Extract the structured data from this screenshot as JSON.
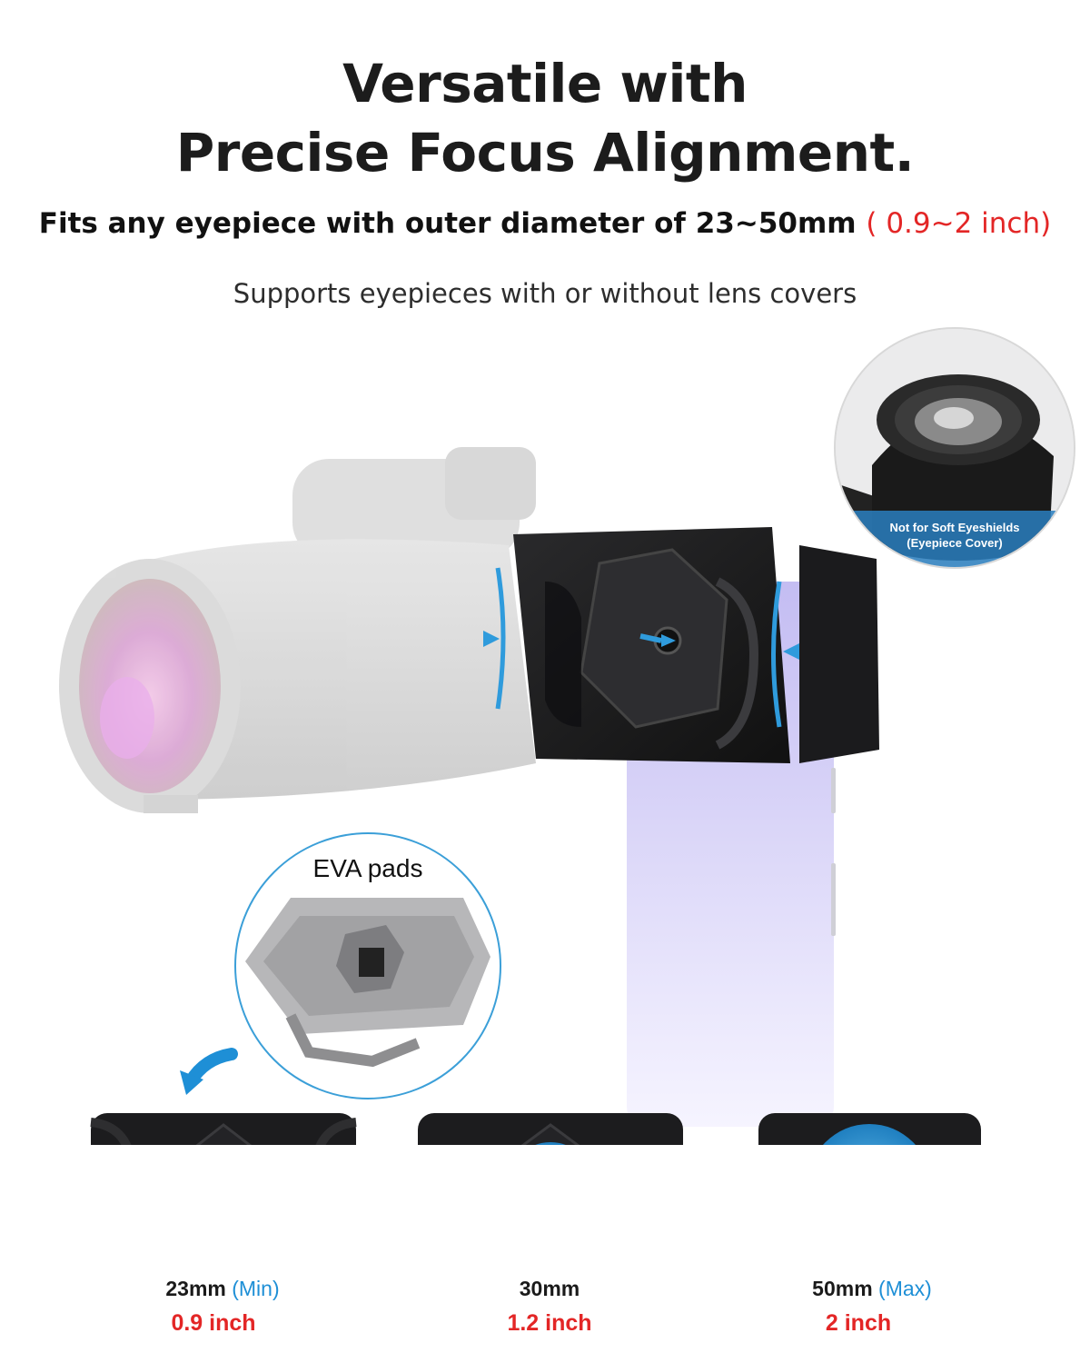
{
  "heading": {
    "line1": "Versatile with",
    "line2": "Precise Focus Alignment.",
    "fit_text": "Fits any eyepiece with outer diameter of 23~50mm",
    "fit_inch": "( 0.9~2 inch)",
    "support": "Supports eyepieces with or without lens covers"
  },
  "inset": {
    "note_line1": "Not for Soft Eyeshields",
    "note_line2": "(Eyepiece Cover)"
  },
  "eva": {
    "label": "EVA pads"
  },
  "sizes": [
    {
      "mm": "23mm",
      "tag": "(Min)",
      "inch": "0.9 inch"
    },
    {
      "mm": "30mm",
      "tag": "",
      "inch": "1.2 inch"
    },
    {
      "mm": "50mm",
      "tag": "(Max)",
      "inch": "2 inch"
    }
  ],
  "colors": {
    "accent_red": "#e32626",
    "accent_blue": "#1e8fd6"
  }
}
